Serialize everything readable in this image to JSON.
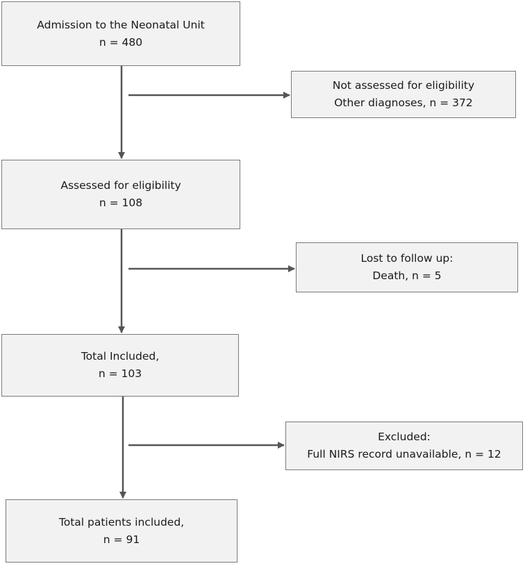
{
  "flowchart": {
    "main_steps": [
      {
        "line1": "Admission to the Neonatal Unit",
        "line2": "n = 480"
      },
      {
        "line1": "Assessed for eligibility",
        "line2": "n = 108"
      },
      {
        "line1": "Total Included,",
        "line2": "n = 103"
      },
      {
        "line1": "Total patients included,",
        "line2": "n = 91"
      }
    ],
    "side_steps": [
      {
        "line1": "Not assessed for eligibility",
        "line2": "Other diagnoses, n = 372"
      },
      {
        "line1": "Lost to follow up:",
        "line2": "Death, n = 5"
      },
      {
        "line1": "Excluded:",
        "line2": "Full NIRS record unavailable, n = 12"
      }
    ]
  },
  "colors": {
    "box_fill": "#f2f2f2",
    "box_border": "#7a7a7a",
    "arrow": "#555555",
    "text": "#1a1a1a"
  }
}
